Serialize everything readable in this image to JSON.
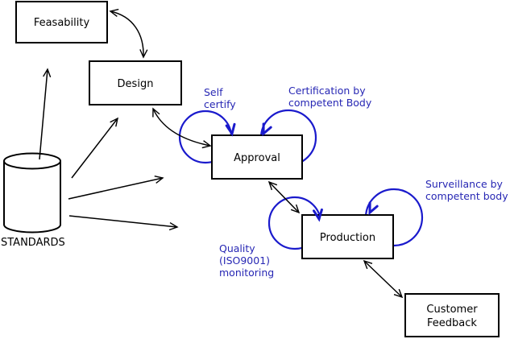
{
  "diagram_title": "Product lifecycle / conformity assessment diagram",
  "colors": {
    "background": "#ffffff",
    "node_border": "#000000",
    "black_arrow": "#000000",
    "blue_loop": "#1a1acc",
    "blue_text": "#2727b4"
  },
  "nodes": {
    "feasability": {
      "label": "Feasability"
    },
    "design": {
      "label": "Design"
    },
    "approval": {
      "label": "Approval"
    },
    "production": {
      "label": "Production"
    },
    "customer_feedback": {
      "line1": "Customer",
      "line2": "Feedback"
    },
    "standards": {
      "label": "STANDARDS",
      "shape": "cylinder"
    }
  },
  "annotations": {
    "self_certify": {
      "line1": "Self",
      "line2": "certify"
    },
    "certification": {
      "line1": "Certification by",
      "line2": "competent Body"
    },
    "surveillance": {
      "line1": "Surveillance by",
      "line2": "competent body"
    },
    "quality": {
      "line1": "Quality",
      "line2": "(ISO9001)",
      "line3": "monitoring"
    }
  },
  "edges": [
    {
      "from": "feasability",
      "to": "design",
      "type": "double-arrow"
    },
    {
      "from": "design",
      "to": "approval",
      "type": "double-arrow"
    },
    {
      "from": "approval",
      "to": "production",
      "type": "double-arrow"
    },
    {
      "from": "production",
      "to": "customer_feedback",
      "type": "double-arrow"
    },
    {
      "from": "standards",
      "to": "feasability",
      "type": "arrow"
    },
    {
      "from": "standards",
      "to": "design",
      "type": "arrow"
    },
    {
      "from": "standards",
      "to": "approval",
      "type": "arrow"
    },
    {
      "from": "standards",
      "to": "production",
      "type": "arrow"
    },
    {
      "on": "approval",
      "label": "self_certify",
      "type": "blue-self-loop"
    },
    {
      "on": "approval",
      "label": "certification",
      "type": "blue-self-loop"
    },
    {
      "on": "production",
      "label": "quality",
      "type": "blue-self-loop"
    },
    {
      "on": "production",
      "label": "surveillance",
      "type": "blue-self-loop"
    }
  ]
}
